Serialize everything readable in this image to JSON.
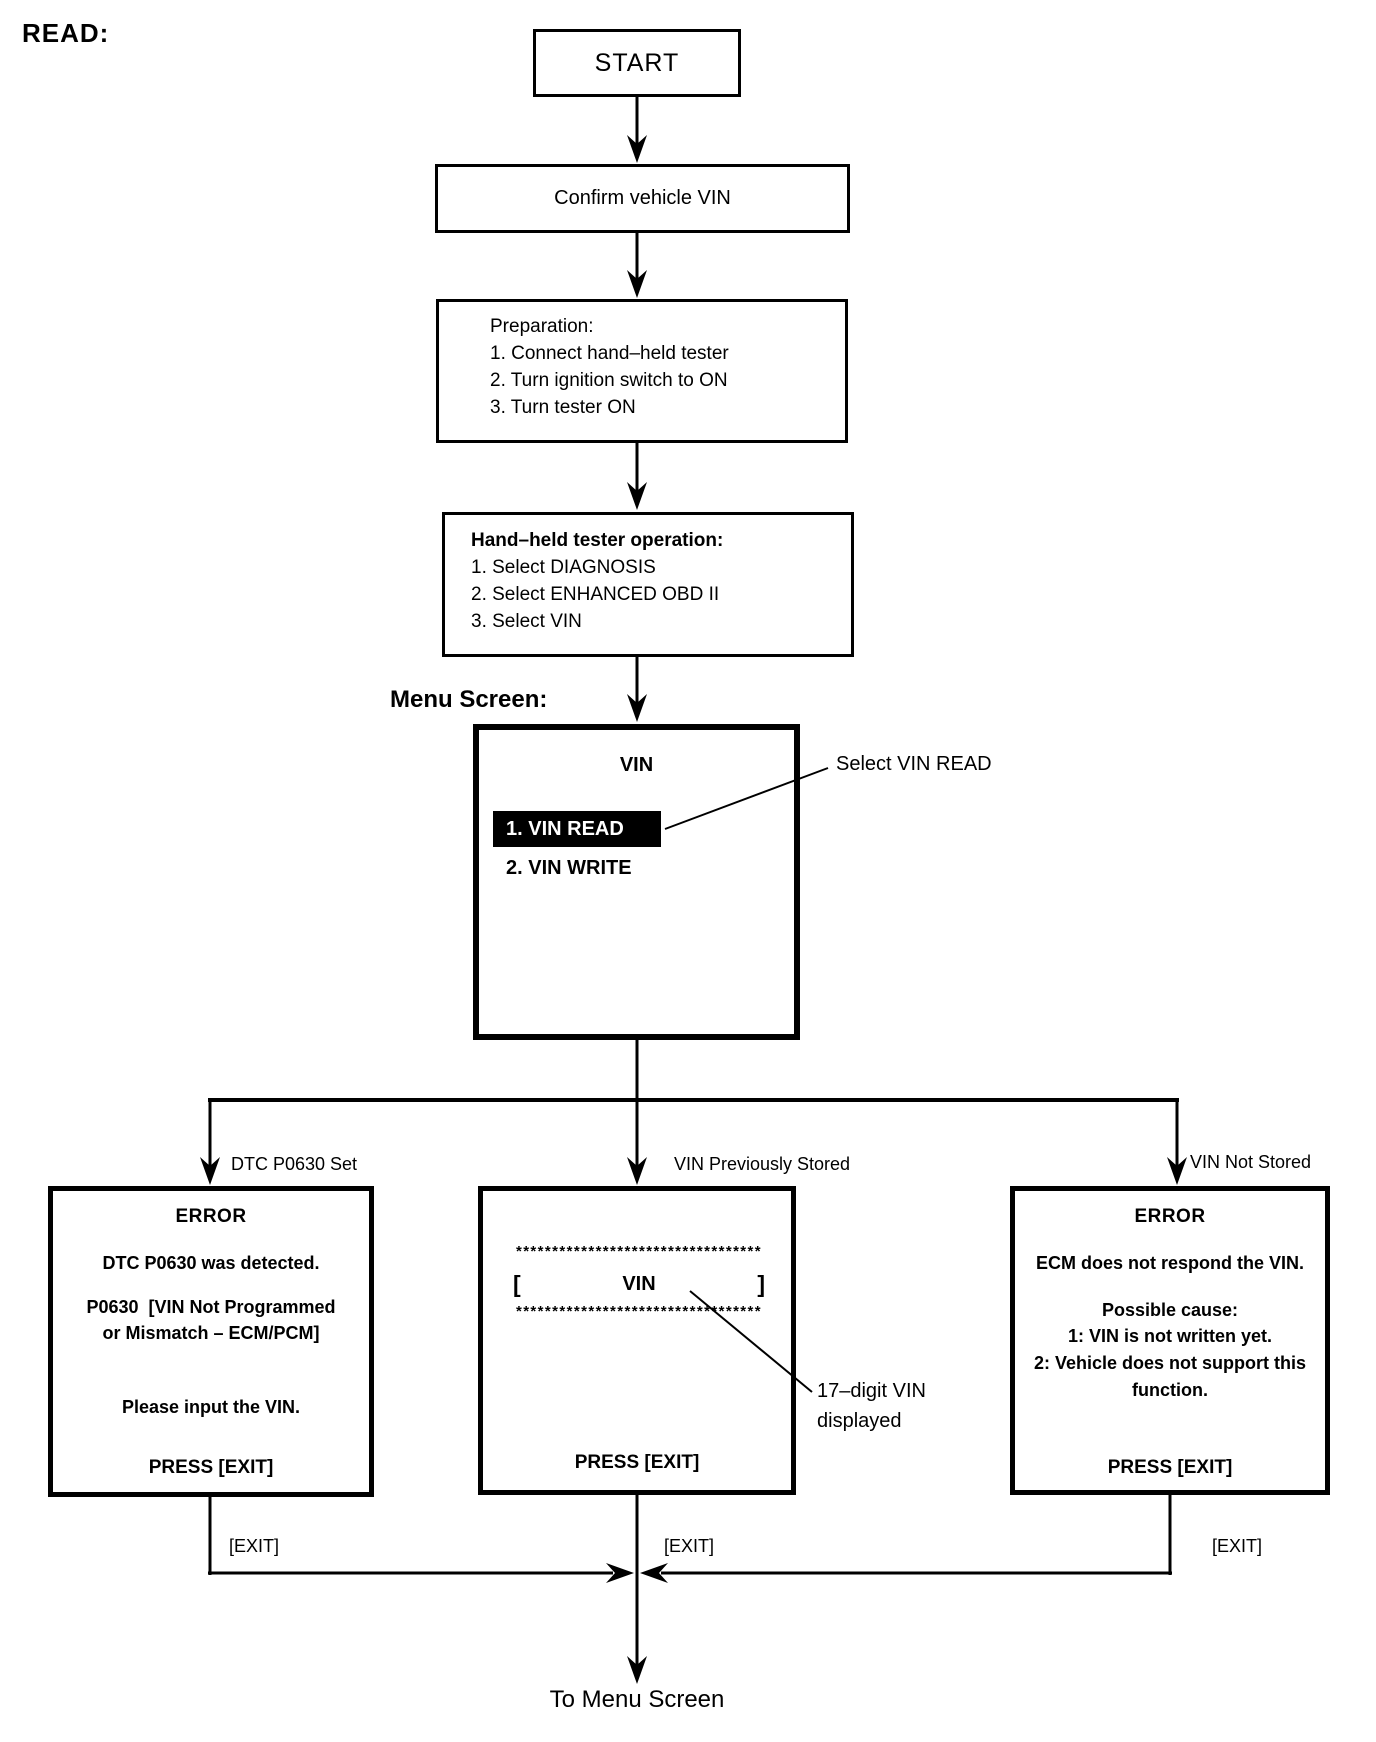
{
  "page": {
    "heading": "READ:"
  },
  "flow": {
    "start_label": "START",
    "confirm_label": "Confirm vehicle VIN",
    "preparation": {
      "heading": "Preparation:",
      "steps": [
        "1. Connect hand–held tester",
        "2. Turn ignition switch to ON",
        "3. Turn tester ON"
      ]
    },
    "tester_operation": {
      "heading": "Hand–held tester operation:",
      "steps": [
        "1. Select DIAGNOSIS",
        "2. Select ENHANCED OBD II",
        "3. Select VIN"
      ]
    },
    "menu_screen_caption": "Menu Screen:",
    "menu": {
      "title": "VIN",
      "item_read": "1. VIN READ",
      "item_write": "2. VIN WRITE",
      "callout": "Select VIN READ"
    },
    "to_menu_label": "To Menu Screen"
  },
  "branches": {
    "dtc": {
      "tag": "DTC P0630 Set",
      "title": "ERROR",
      "line1": "DTC P0630 was detected.",
      "line2": "P0630  [VIN Not Programmed",
      "line3": "or Mismatch – ECM/PCM]",
      "line4": "Please input the VIN.",
      "press": "PRESS [EXIT]",
      "exit": "[EXIT]"
    },
    "stored": {
      "tag": "VIN Previously Stored",
      "stars_top": "**********************************",
      "bracket_open": "[",
      "vin_label": "VIN",
      "bracket_close": "]",
      "stars_bottom": "**********************************",
      "press": "PRESS [EXIT]",
      "exit": "[EXIT]",
      "callout_line1": "17–digit VIN",
      "callout_line2": "displayed"
    },
    "not_stored": {
      "tag": "VIN Not Stored",
      "title": "ERROR",
      "line1": "ECM does not respond the VIN.",
      "line2": "Possible cause:",
      "line3": "1: VIN is not written yet.",
      "line4": "2: Vehicle does not support this",
      "line5": "function.",
      "press": "PRESS [EXIT]",
      "exit": "[EXIT]"
    }
  }
}
